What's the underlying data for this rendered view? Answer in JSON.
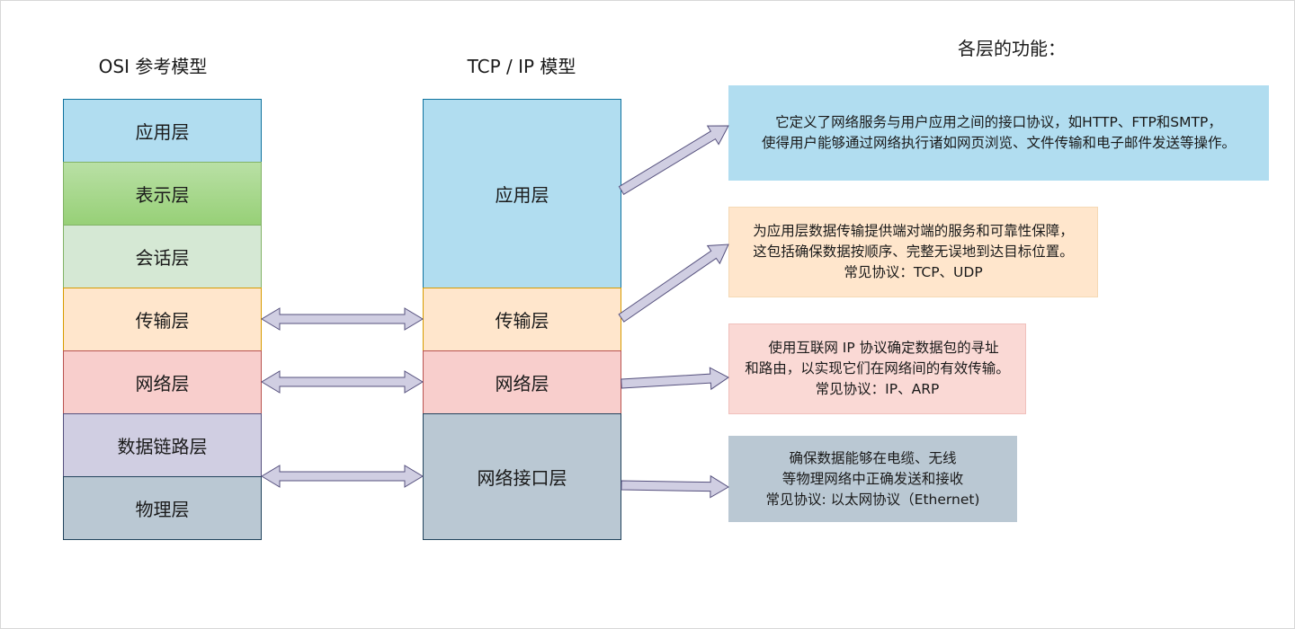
{
  "titles": {
    "osi": "OSI 参考模型",
    "tcpip": "TCP / IP 模型",
    "functions": "各层的功能："
  },
  "osi_layers": [
    "应用层",
    "表示层",
    "会话层",
    "传输层",
    "网络层",
    "数据链路层",
    "物理层"
  ],
  "tcpip_layers": [
    "应用层",
    "传输层",
    "网络层",
    "网络接口层"
  ],
  "descriptions": {
    "application": [
      "它定义了网络服务与用户应用之间的接口协议，如HTTP、FTP和SMTP，",
      "使得用户能够通过网络执行诸如网页浏览、文件传输和电子邮件发送等操作。"
    ],
    "transport": [
      "为应用层数据传输提供端对端的服务和可靠性保障，",
      "这包括确保数据按顺序、完整无误地到达目标位置。",
      "常见协议：TCP、UDP"
    ],
    "network": [
      "使用互联网 IP 协议确定数据包的寻址",
      "和路由，以实现它们在网络间的有效传输。",
      "常见协议：IP、ARP"
    ],
    "interface": [
      "确保数据能够在电缆、无线",
      "等物理网络中正确发送和接收",
      "常见协议: 以太网协议（Ethernet)"
    ]
  },
  "colors": {
    "arrow_fill": "#d0cee2",
    "arrow_stroke": "#56517e"
  }
}
